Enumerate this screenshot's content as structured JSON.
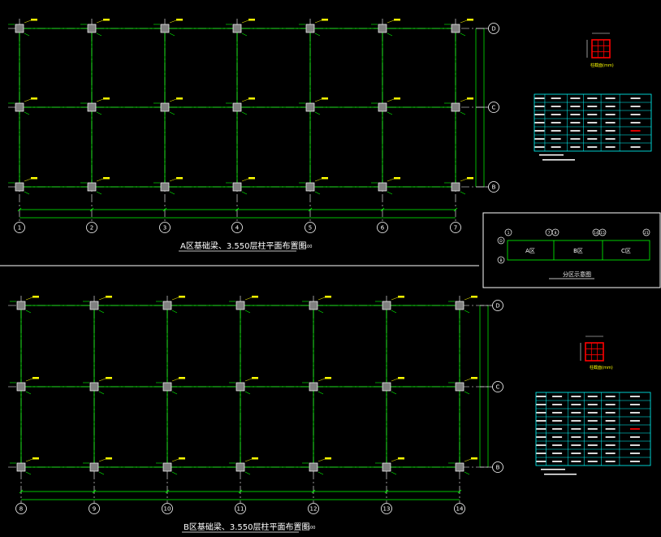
{
  "plan_a": {
    "title": "A区基础梁、3.550层柱平面布置图",
    "scale": "1:100",
    "axis_columns": [
      "1",
      "2",
      "3",
      "4",
      "5",
      "6",
      "7"
    ],
    "axis_rows": [
      "D",
      "C",
      "B"
    ]
  },
  "plan_b": {
    "title": "B区基础梁、3.550层柱平面布置图",
    "scale": "1:100",
    "axis_columns": [
      "8",
      "9",
      "10",
      "11",
      "12",
      "13",
      "14"
    ],
    "axis_rows": [
      "D",
      "C",
      "B"
    ]
  },
  "zone_diagram": {
    "title": "分区示意图",
    "zones": [
      "A区",
      "B区",
      "C区"
    ],
    "col_axes": [
      "1",
      "7",
      "8",
      "14",
      "15",
      "21"
    ],
    "row_axes": [
      "D",
      "B"
    ]
  },
  "column_detail_a": {
    "caption": "柱截面(mm)"
  },
  "column_detail_b": {
    "caption": "柱截面(mm)"
  },
  "colors": {
    "background": "#000000",
    "axis_line": "#ffffff",
    "beam_line": "#00ff00",
    "column_fill": "#808080",
    "column_tag": "#ffff00",
    "table_grid": "#00ffff",
    "highlight": "#ff0000"
  }
}
